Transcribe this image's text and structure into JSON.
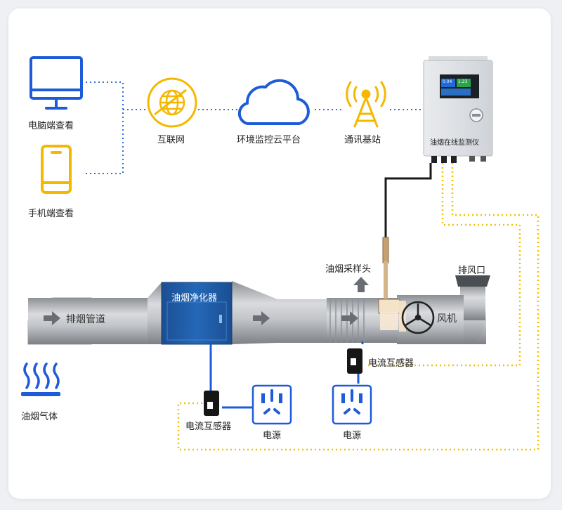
{
  "labels": {
    "pc_view": "电脑端查看",
    "mobile_view": "手机端查看",
    "internet": "互联网",
    "cloud_platform": "环境监控云平台",
    "base_station": "通讯基站",
    "monitor": "油烟在线监测仪",
    "sampling_head": "油烟采样头",
    "exhaust_outlet": "排风口",
    "fan": "风机",
    "exhaust_duct": "排烟管道",
    "purifier": "油烟净化器",
    "oil_gas": "油烟气体",
    "current_sensor_1": "电流互感器",
    "current_sensor_2": "电流互感器",
    "power_1": "电源",
    "power_2": "电源"
  },
  "monitor_screen": {
    "value_1": "0.04",
    "value_2": "1.23"
  },
  "colors": {
    "accent_blue": "#1e5bd8",
    "icon_yellow": "#f5b800",
    "duct_gray": "#a9acb0",
    "purifier_blue": "#1c5ea8",
    "wire_black": "#1a1a1a",
    "dotted_yellow": "#f2c200",
    "dotted_blue": "#2f6fd6"
  },
  "icons": [
    "monitor-icon",
    "phone-icon",
    "globe-icon",
    "cloud-icon",
    "antenna-tower-icon",
    "heat-wave-icon",
    "power-socket-icon",
    "current-clamp-icon",
    "fan-icon"
  ]
}
